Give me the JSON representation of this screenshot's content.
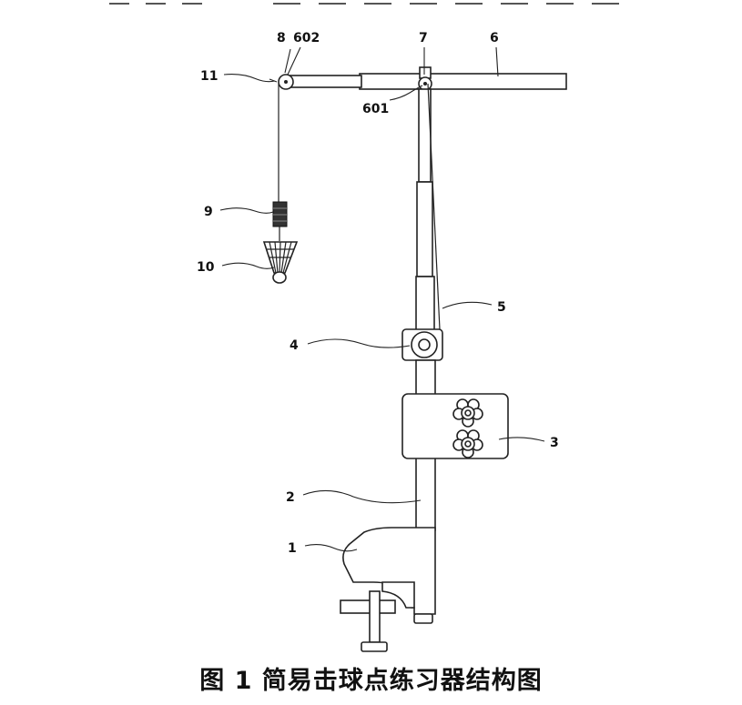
{
  "labels": {
    "l1": "1",
    "l2": "2",
    "l3": "3",
    "l4": "4",
    "l5": "5",
    "l6": "6",
    "l7": "7",
    "l8": "8",
    "l9": "9",
    "l10": "10",
    "l11": "11",
    "l601": "601",
    "l602": "602"
  },
  "caption": "图 1  简易击球点练习器结构图"
}
